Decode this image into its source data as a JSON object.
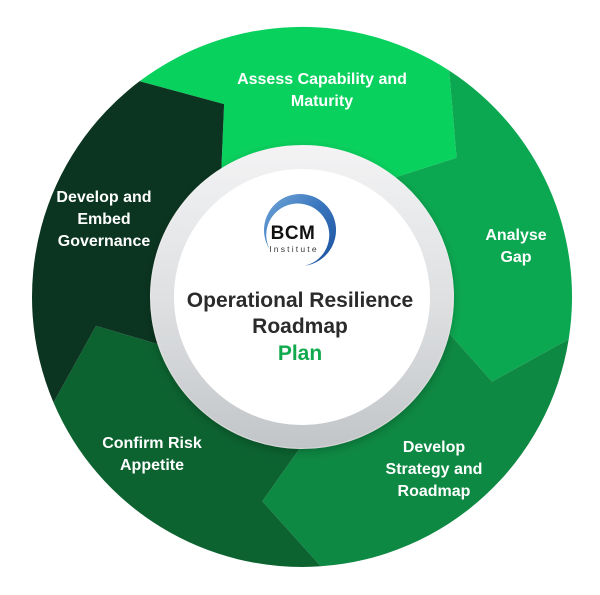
{
  "diagram": {
    "title": "Operational Resilience Roadmap",
    "phase": "Plan",
    "flow_direction": "clockwise",
    "label_color": "#ffffff",
    "center": {
      "logo": {
        "name": "BCM",
        "subtitle": "Institute"
      },
      "title_line1": "Operational Resilience",
      "title_line2": "Roadmap",
      "phase_label": "Plan",
      "title_color": "#2b2b2b",
      "phase_color": "#10a94d"
    },
    "segments": [
      {
        "name": "assess-capability-and-maturity",
        "label": "Assess Capability and Maturity",
        "line1": "Assess Capability and",
        "line2": "Maturity",
        "color": "#09d15e"
      },
      {
        "name": "analyse-gap",
        "label": "Analyse Gap",
        "line1": "Analyse",
        "line2": "Gap",
        "color": "#0ca851"
      },
      {
        "name": "develop-strategy-and-roadmap",
        "label": "Develop Strategy and Roadmap",
        "line1": "Develop",
        "line2": "Strategy and",
        "line3": "Roadmap",
        "color": "#0e8943"
      },
      {
        "name": "confirm-risk-appetite",
        "label": "Confirm Risk Appetite",
        "line1": "Confirm Risk",
        "line2": "Appetite",
        "color": "#0c6330"
      },
      {
        "name": "develop-and-embed-governance",
        "label": "Develop and Embed Governance",
        "line1": "Develop and",
        "line2": "Embed",
        "line3": "Governance",
        "color": "#0b3521"
      }
    ]
  }
}
